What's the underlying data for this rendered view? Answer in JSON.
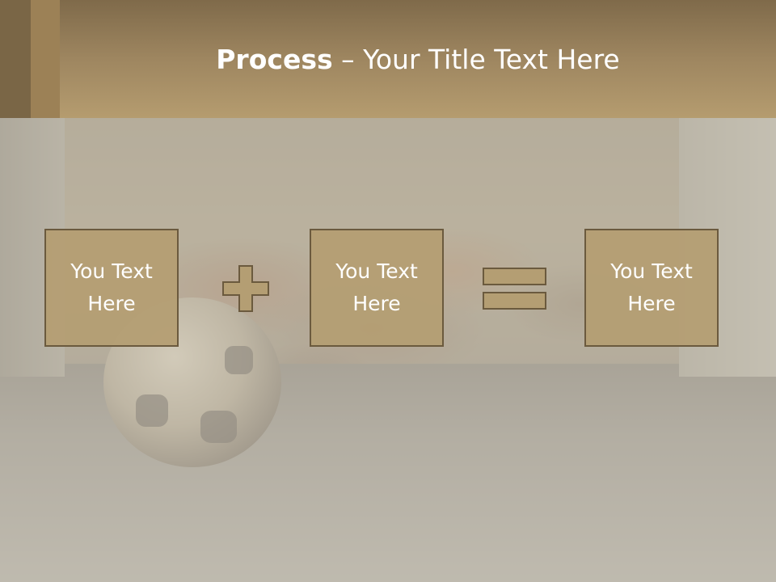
{
  "title": {
    "bold": "Process",
    "rest": " – Your Title Text Here"
  },
  "boxes": [
    {
      "label": "You Text Here"
    },
    {
      "label": "You Text Here"
    },
    {
      "label": "You Text Here"
    }
  ],
  "operators": [
    "plus-icon",
    "equals-icon"
  ],
  "colors": {
    "header": "#b59c6f",
    "box_fill": "#b49e73",
    "box_border": "#6b5a3e",
    "text": "#ffffff"
  }
}
